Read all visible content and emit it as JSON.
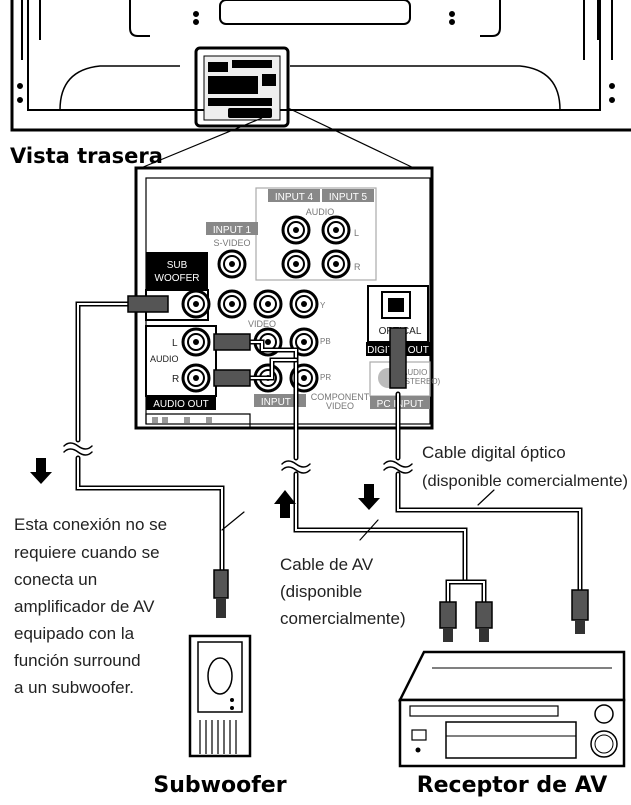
{
  "diagram": {
    "view_label": "Vista trasera",
    "panel": {
      "input4": "INPUT 4",
      "input5": "INPUT 5",
      "audio_top": "AUDIO",
      "input1": "INPUT 1",
      "svideo": "S-VIDEO",
      "sub_woofer_l1": "SUB",
      "sub_woofer_l2": "WOOFER",
      "audio_side": "AUDIO",
      "audio_out": "AUDIO OUT",
      "video_small": "VIDEO",
      "input2": "INPUT 2",
      "component_l1": "COMPONENT",
      "component_l2": "VIDEO",
      "y": "Y",
      "pb": "PB",
      "pr": "PR",
      "optical": "OPTICAL",
      "digital_out": "DIGITAL OUT",
      "audio_stereo_l1": "AUDIO",
      "audio_stereo_l2": "(STEREO)",
      "pc_input": "PC INPUT",
      "l": "L",
      "r": "R"
    },
    "note": [
      "Esta conexión no se",
      "requiere cuando se",
      "conecta un",
      "amplificador de AV",
      "equipado con la",
      "función surround",
      "a un subwoofer."
    ],
    "av_cable": [
      "Cable de AV",
      "(disponible",
      "comercialmente)"
    ],
    "optical_cable": [
      "Cable digital óptico",
      "(disponible comercialmente)"
    ],
    "subwoofer_label": "Subwoofer",
    "receiver_label": "Receptor de AV"
  }
}
